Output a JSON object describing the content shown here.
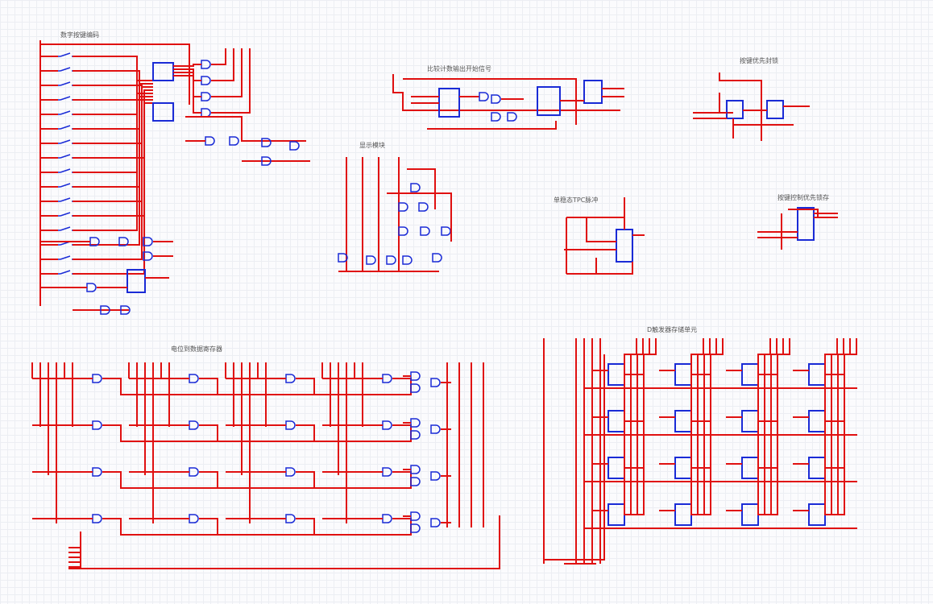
{
  "sections": [
    {
      "id": "keypad-encoder",
      "title": "数字按键编码"
    },
    {
      "id": "compare-start",
      "title": "比较计数输出开始信号"
    },
    {
      "id": "key-priority",
      "title": "按键优先封锁"
    },
    {
      "id": "display",
      "title": "显示模块"
    },
    {
      "id": "pulse",
      "title": "单稳态TPC脉冲"
    },
    {
      "id": "key-clear",
      "title": "按键控制优先锁存"
    },
    {
      "id": "data-register",
      "title": "电位到数据寄存器"
    },
    {
      "id": "dff-storage",
      "title": "D触发器存储单元"
    }
  ],
  "colors": {
    "wire": "#e01010",
    "component": "#1a2bd6",
    "grid": "#eceef3"
  }
}
